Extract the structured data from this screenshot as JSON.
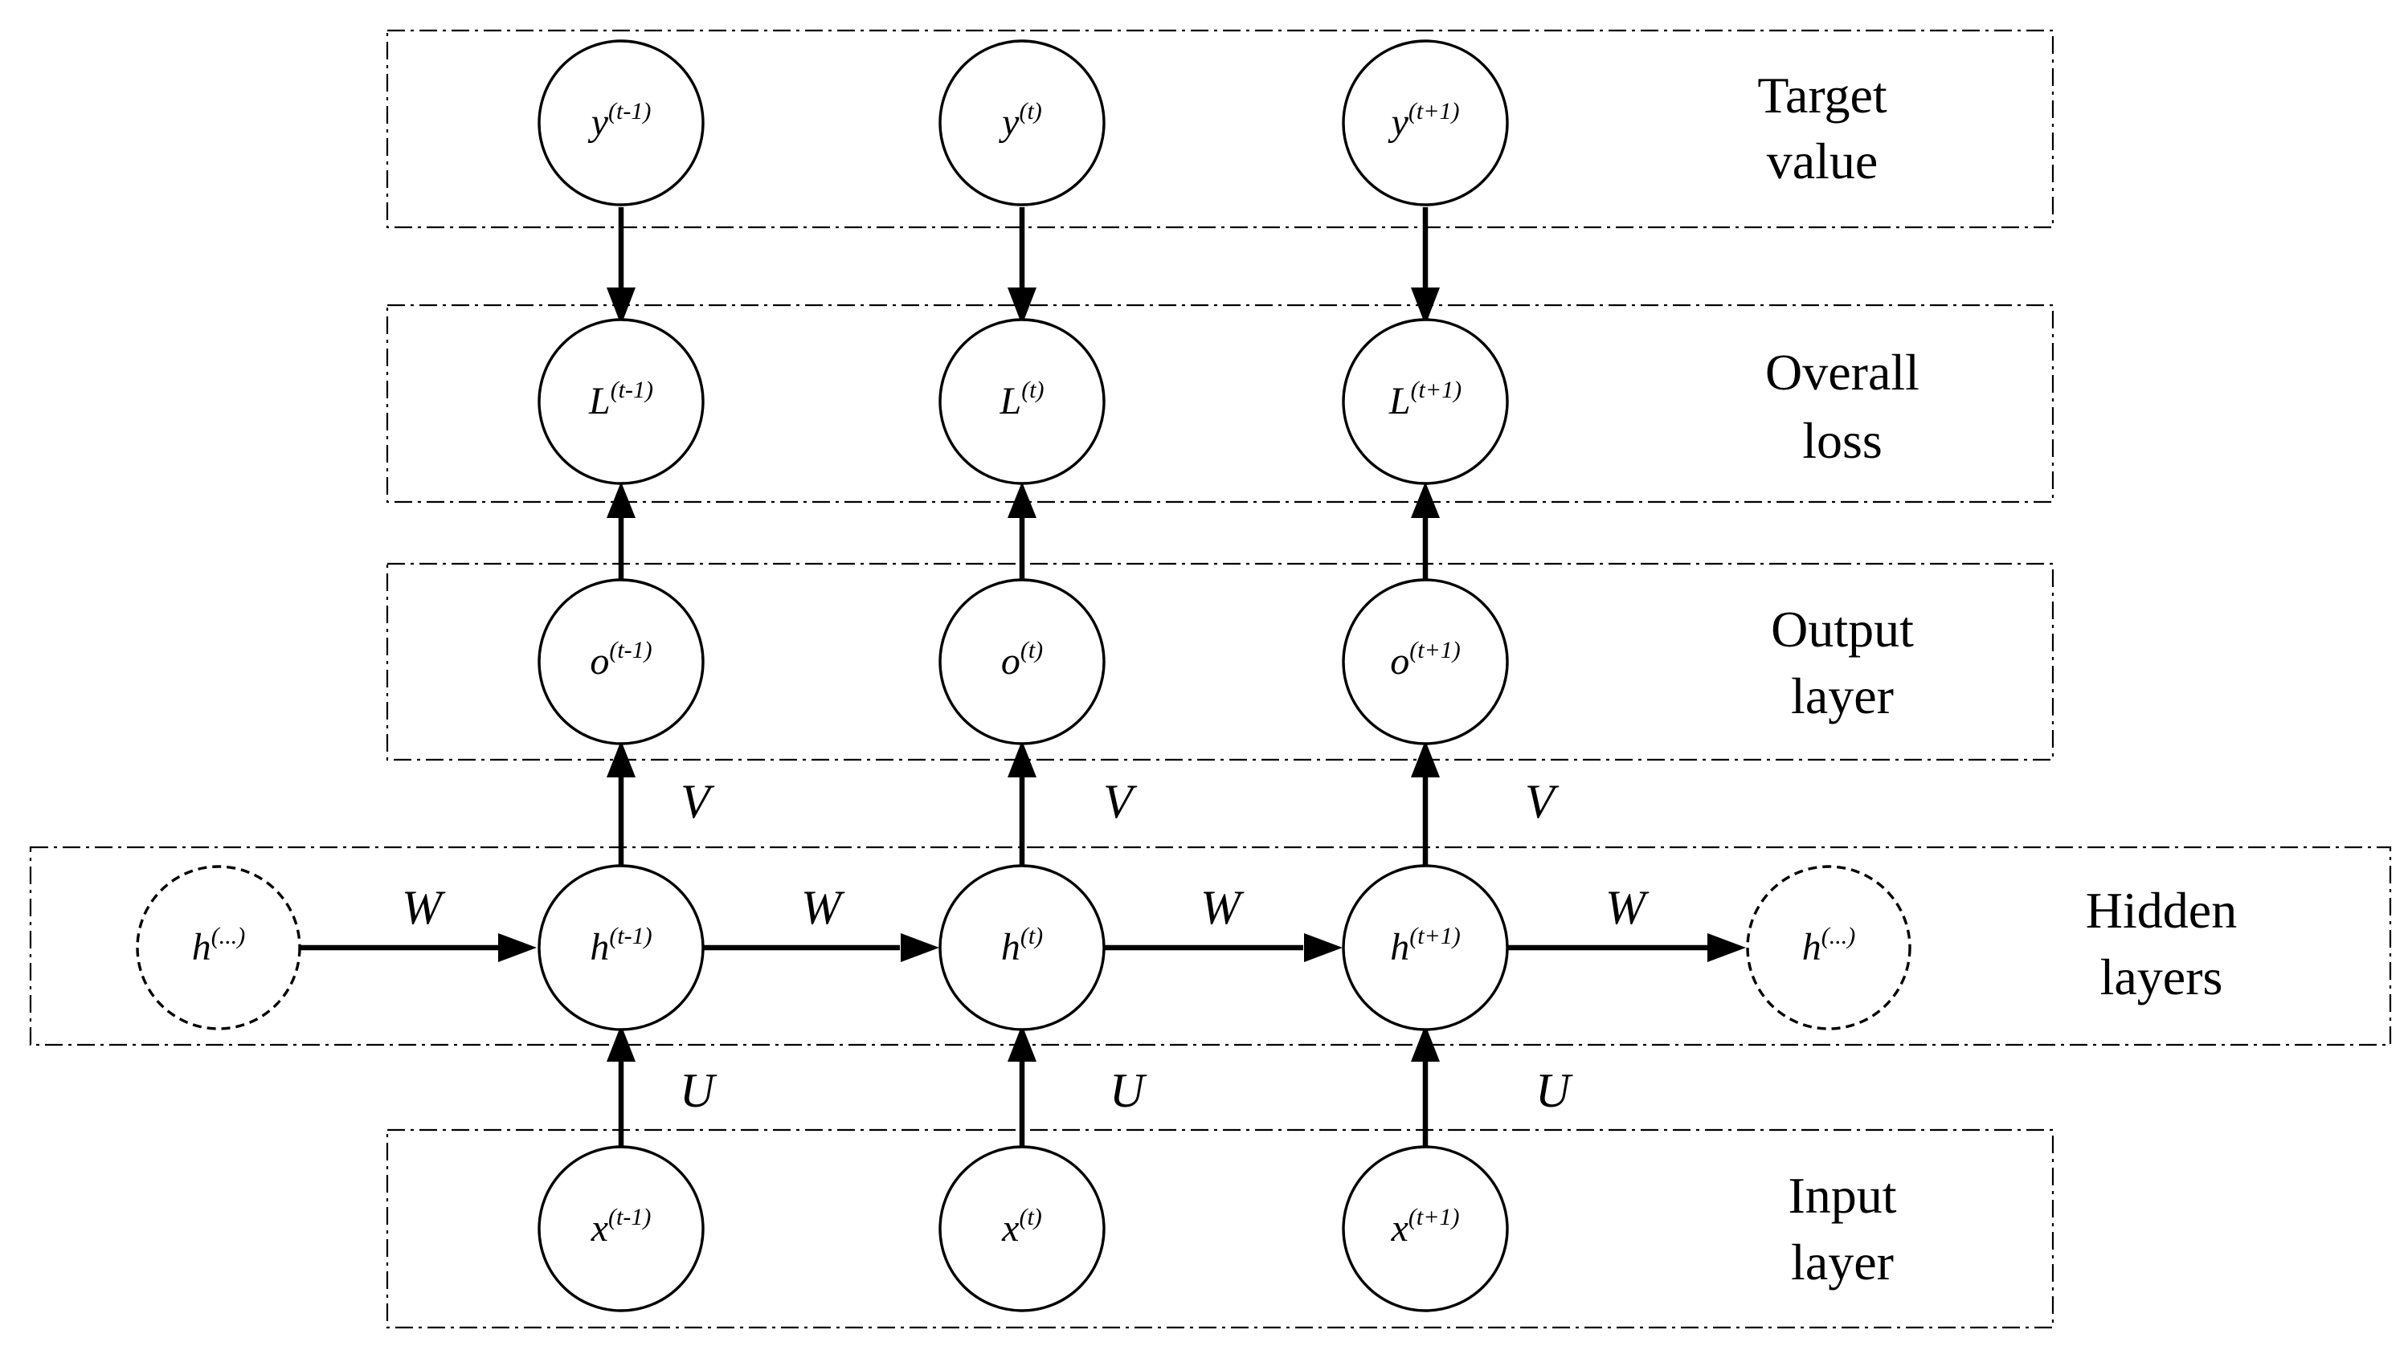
{
  "layers": {
    "target": [
      "Target",
      "value"
    ],
    "loss": [
      "Overall",
      "loss"
    ],
    "output": [
      "Output",
      "layer"
    ],
    "hidden": [
      "Hidden",
      "layers"
    ],
    "input": [
      "Input",
      "layer"
    ]
  },
  "nodes": {
    "y": [
      {
        "base": "y",
        "sup": "(t-1)"
      },
      {
        "base": "y",
        "sup": "(t)"
      },
      {
        "base": "y",
        "sup": "(t+1)"
      }
    ],
    "L": [
      {
        "base": "L",
        "sup": "(t-1)"
      },
      {
        "base": "L",
        "sup": "(t)"
      },
      {
        "base": "L",
        "sup": "(t+1)"
      }
    ],
    "o": [
      {
        "base": "o",
        "sup": "(t-1)"
      },
      {
        "base": "o",
        "sup": "(t)"
      },
      {
        "base": "o",
        "sup": "(t+1)"
      }
    ],
    "h": [
      {
        "base": "h",
        "sup": "(t-1)"
      },
      {
        "base": "h",
        "sup": "(t)"
      },
      {
        "base": "h",
        "sup": "(t+1)"
      }
    ],
    "x": [
      {
        "base": "x",
        "sup": "(t-1)"
      },
      {
        "base": "x",
        "sup": "(t)"
      },
      {
        "base": "x",
        "sup": "(t+1)"
      }
    ],
    "h_prev": {
      "base": "h",
      "sup": "(...)"
    },
    "h_next": {
      "base": "h",
      "sup": "(...)"
    }
  },
  "weights": {
    "W": "W",
    "V": "V",
    "U": "U"
  }
}
